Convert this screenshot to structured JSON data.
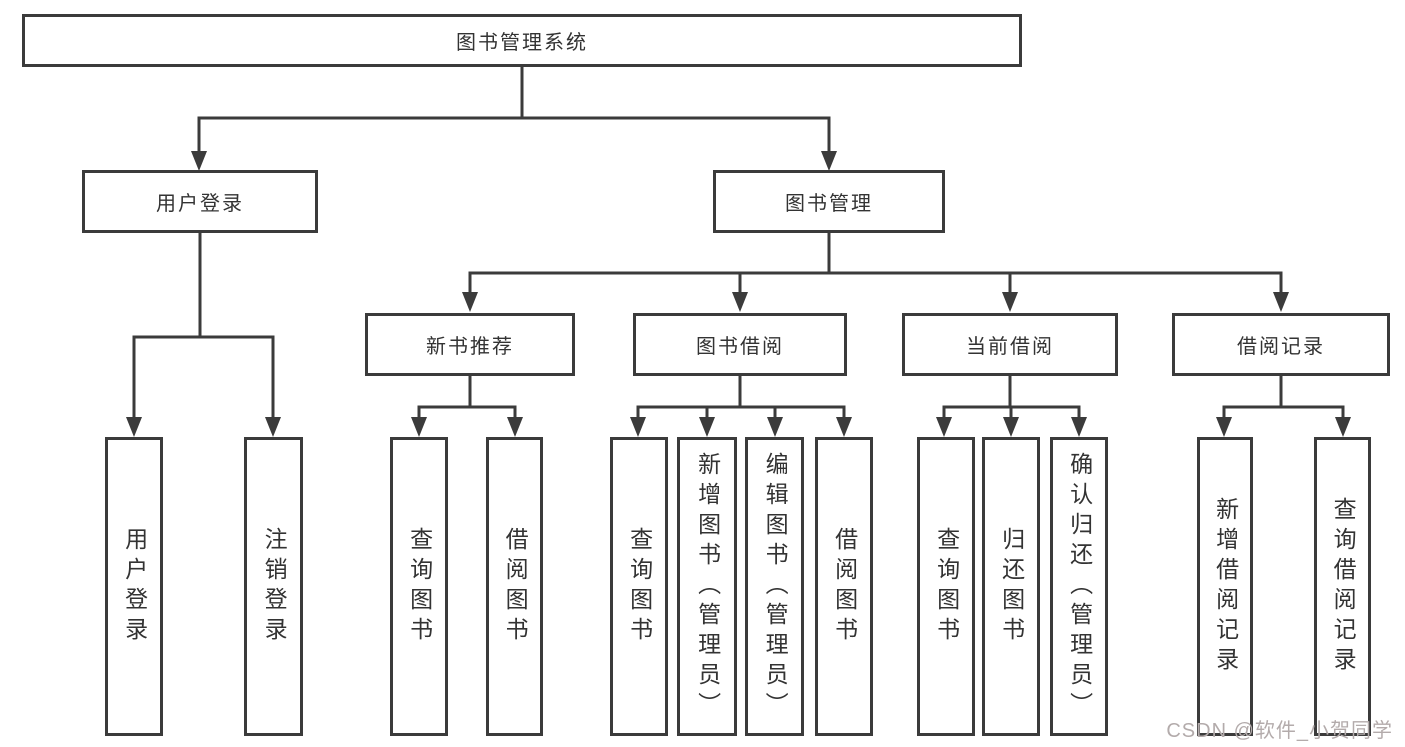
{
  "tree": {
    "label": "图书管理系统",
    "children": [
      {
        "label": "用户登录",
        "children": [
          {
            "label": "用户登录"
          },
          {
            "label": "注销登录"
          }
        ]
      },
      {
        "label": "图书管理",
        "children": [
          {
            "label": "新书推荐",
            "children": [
              {
                "label": "查询图书"
              },
              {
                "label": "借阅图书"
              }
            ]
          },
          {
            "label": "图书借阅",
            "children": [
              {
                "label": "查询图书"
              },
              {
                "label": "新增图书（管理员）"
              },
              {
                "label": "编辑图书（管理员）"
              },
              {
                "label": "借阅图书"
              }
            ]
          },
          {
            "label": "当前借阅",
            "children": [
              {
                "label": "查询图书"
              },
              {
                "label": "归还图书"
              },
              {
                "label": "确认归还（管理员）"
              }
            ]
          },
          {
            "label": "借阅记录",
            "children": [
              {
                "label": "新增借阅记录"
              },
              {
                "label": "查询借阅记录"
              }
            ]
          }
        ]
      }
    ]
  },
  "watermark": {
    "text": "CSDN @软件_小贺同学"
  },
  "colors": {
    "line": "#3b3b3b",
    "text": "#333333",
    "watermark": "#b3abab",
    "background": "#ffffff"
  }
}
